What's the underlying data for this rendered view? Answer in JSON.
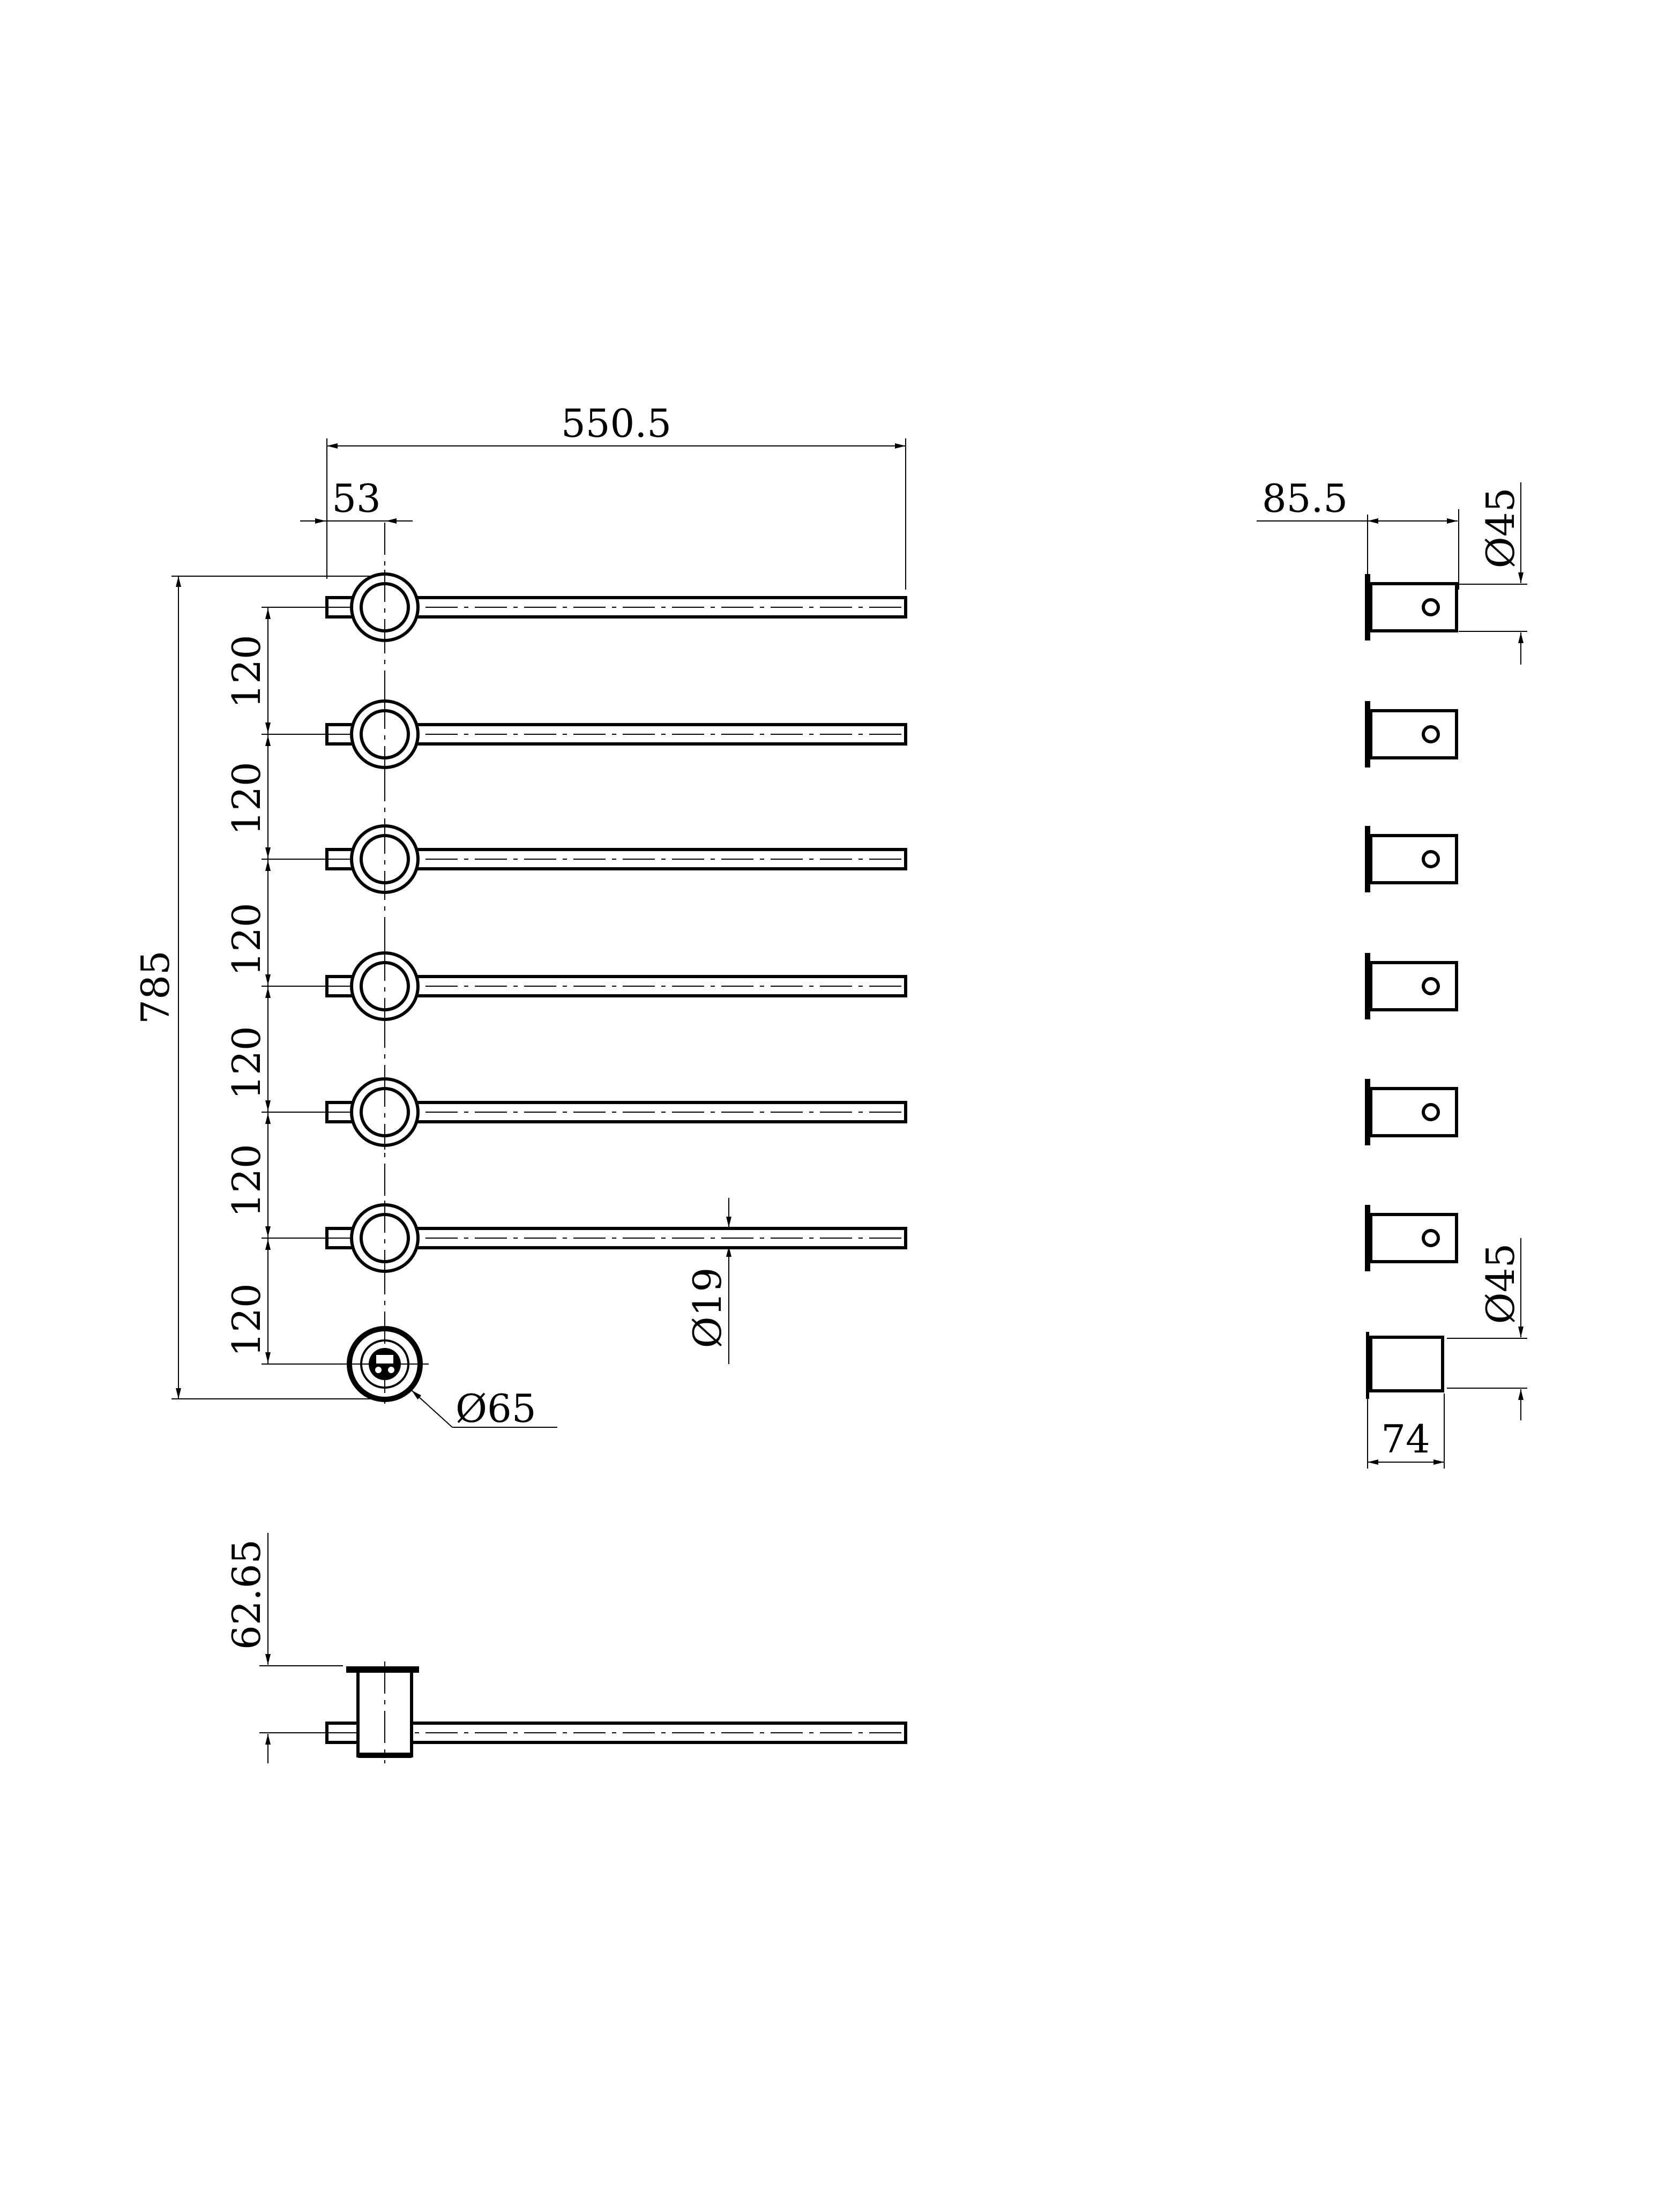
{
  "colors": {
    "line": "#000000",
    "background": "#ffffff"
  },
  "front_view": {
    "overall_width_label": "550.5",
    "offset_label": "53",
    "overall_height_label": "785",
    "spacing_labels": [
      "120",
      "120",
      "120",
      "120",
      "120",
      "120"
    ],
    "bar_diameter_label": "Ø19",
    "element_diameter_label": "Ø65"
  },
  "side_view": {
    "depth_label": "85.5",
    "top_diameter_label": "Ø45",
    "bottom_diameter_label": "Ø45",
    "element_depth_label": "74"
  },
  "plan_view": {
    "offset_label": "62.65"
  }
}
